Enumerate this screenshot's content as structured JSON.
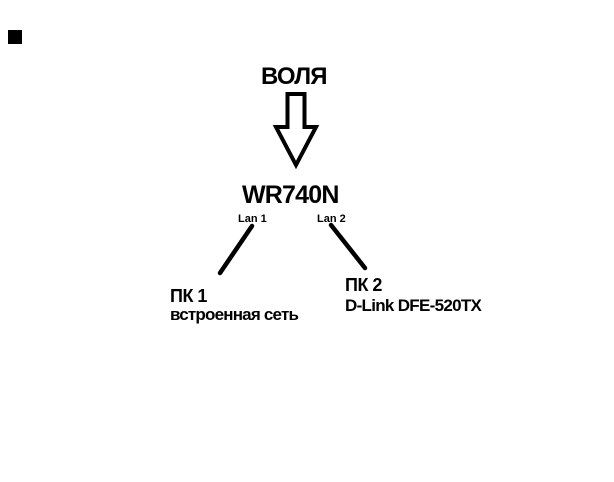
{
  "diagram": {
    "isp_label": "ВОЛЯ",
    "router_label": "WR740N",
    "ports": [
      {
        "label": "Lan 1"
      },
      {
        "label": "Lan 2"
      }
    ],
    "computers": [
      {
        "name": "ПК 1",
        "adapter": "встроенная сеть"
      },
      {
        "name": "ПК 2",
        "adapter": "D-Link DFE-520TX"
      }
    ]
  },
  "icons": {
    "down_arrow": "hollow-down-arrow",
    "corner_mark": "solid-black-square"
  },
  "colors": {
    "ink": "#000000",
    "background": "#ffffff"
  }
}
